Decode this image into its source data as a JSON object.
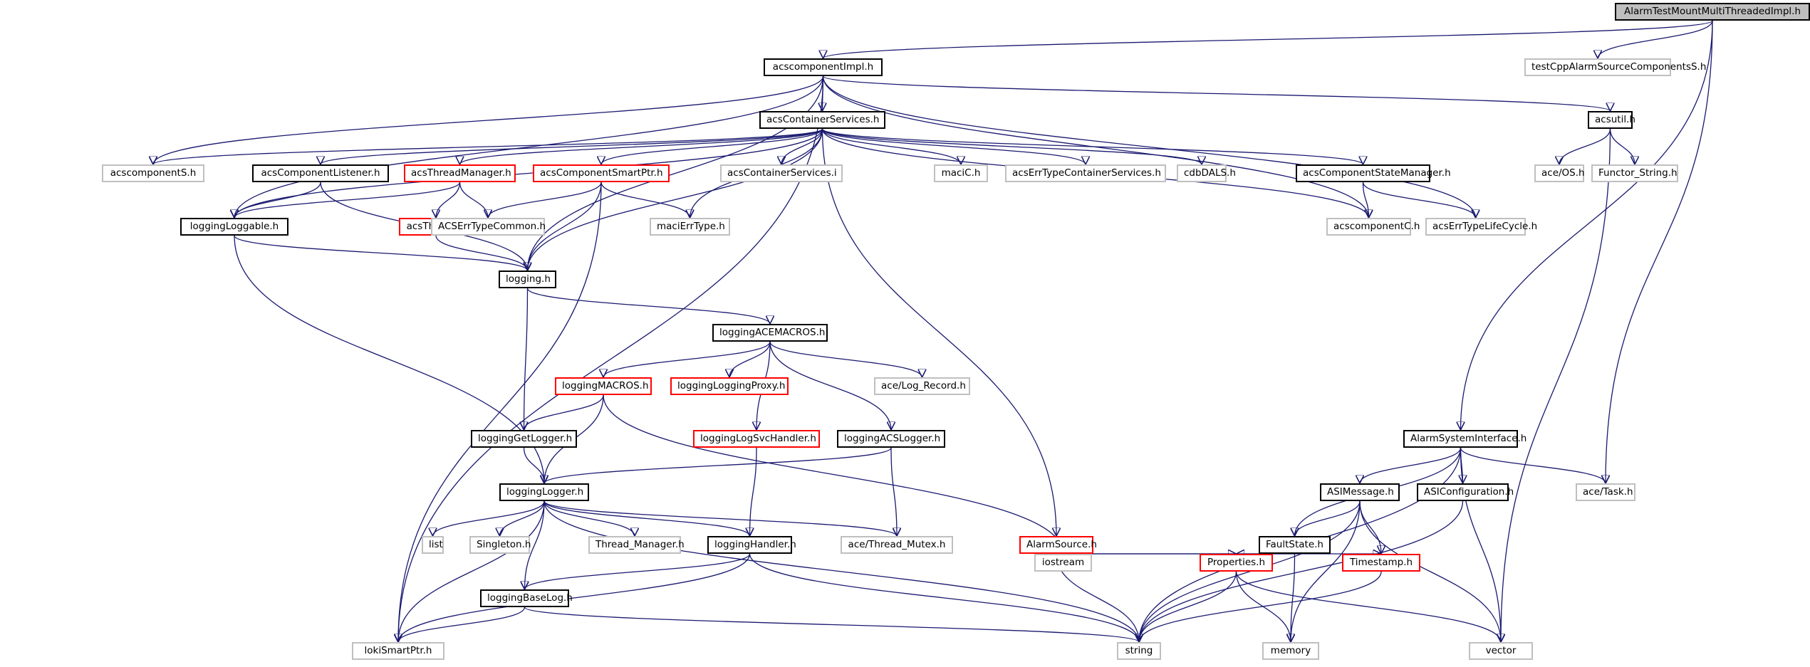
{
  "diagram": {
    "title": "AlarmTestMountMultiThreadedImpl.h include dependency graph",
    "colors": {
      "edge": "#191970",
      "root_fill": "#bfbfbf",
      "doc_border": "#000000",
      "ext_border": "#bfbfbf",
      "incomplete_border": "#ff0000"
    },
    "nodes": [
      {
        "id": "root",
        "label": "AlarmTestMountMultiThreadedImpl.h",
        "kind": "root"
      },
      {
        "id": "acscomponentImpl",
        "label": "acscomponentImpl.h",
        "kind": "doc"
      },
      {
        "id": "testCppAlarm",
        "label": "testCppAlarmSourceComponentsS.h",
        "kind": "ext"
      },
      {
        "id": "acsContainerServices",
        "label": "acsContainerServices.h",
        "kind": "doc"
      },
      {
        "id": "acsutil",
        "label": "acsutil.h",
        "kind": "doc"
      },
      {
        "id": "acscomponentS",
        "label": "acscomponentS.h",
        "kind": "ext"
      },
      {
        "id": "acsComponentListener",
        "label": "acsComponentListener.h",
        "kind": "doc"
      },
      {
        "id": "acsThreadManager",
        "label": "acsThreadManager.h",
        "kind": "red"
      },
      {
        "id": "acsComponentSmartPtr",
        "label": "acsComponentSmartPtr.h",
        "kind": "red"
      },
      {
        "id": "acsContainerServicesI",
        "label": "acsContainerServices.i",
        "kind": "ext"
      },
      {
        "id": "maciC",
        "label": "maciC.h",
        "kind": "ext"
      },
      {
        "id": "acsErrTypeContainerServices",
        "label": "acsErrTypeContainerServices.h",
        "kind": "ext"
      },
      {
        "id": "cdbDALS",
        "label": "cdbDALS.h",
        "kind": "ext"
      },
      {
        "id": "acsComponentStateManager",
        "label": "acsComponentStateManager.h",
        "kind": "doc"
      },
      {
        "id": "aceOS",
        "label": "ace/OS.h",
        "kind": "ext"
      },
      {
        "id": "functorString",
        "label": "Functor_String.h",
        "kind": "ext"
      },
      {
        "id": "loggingLoggable",
        "label": "loggingLoggable.h",
        "kind": "doc"
      },
      {
        "id": "acsThread",
        "label": "acsThread.h",
        "kind": "red"
      },
      {
        "id": "ACSErrTypeCommon",
        "label": "ACSErrTypeCommon.h",
        "kind": "ext"
      },
      {
        "id": "maciErrType",
        "label": "maciErrType.h",
        "kind": "ext"
      },
      {
        "id": "acscomponentC",
        "label": "acscomponentC.h",
        "kind": "ext"
      },
      {
        "id": "acsErrTypeLifeCycle",
        "label": "acsErrTypeLifeCycle.h",
        "kind": "ext"
      },
      {
        "id": "logging",
        "label": "logging.h",
        "kind": "doc"
      },
      {
        "id": "loggingACEMACROS",
        "label": "loggingACEMACROS.h",
        "kind": "doc"
      },
      {
        "id": "loggingMACROS",
        "label": "loggingMACROS.h",
        "kind": "red"
      },
      {
        "id": "loggingLoggingProxy",
        "label": "loggingLoggingProxy.h",
        "kind": "red"
      },
      {
        "id": "aceLogRecord",
        "label": "ace/Log_Record.h",
        "kind": "ext"
      },
      {
        "id": "loggingGetLogger",
        "label": "loggingGetLogger.h",
        "kind": "doc"
      },
      {
        "id": "loggingLogSvcHandler",
        "label": "loggingLogSvcHandler.h",
        "kind": "red"
      },
      {
        "id": "loggingACSLogger",
        "label": "loggingACSLogger.h",
        "kind": "doc"
      },
      {
        "id": "AlarmSystemInterface",
        "label": "AlarmSystemInterface.h",
        "kind": "doc"
      },
      {
        "id": "loggingLogger",
        "label": "loggingLogger.h",
        "kind": "doc"
      },
      {
        "id": "ASIMessage",
        "label": "ASIMessage.h",
        "kind": "doc"
      },
      {
        "id": "ASIConfiguration",
        "label": "ASIConfiguration.h",
        "kind": "doc"
      },
      {
        "id": "aceTask",
        "label": "ace/Task.h",
        "kind": "ext"
      },
      {
        "id": "list",
        "label": "list",
        "kind": "ext"
      },
      {
        "id": "Singleton",
        "label": "Singleton.h",
        "kind": "ext"
      },
      {
        "id": "ThreadManager",
        "label": "Thread_Manager.h",
        "kind": "ext"
      },
      {
        "id": "loggingHandler",
        "label": "loggingHandler.h",
        "kind": "doc"
      },
      {
        "id": "aceThreadMutex",
        "label": "ace/Thread_Mutex.h",
        "kind": "ext"
      },
      {
        "id": "AlarmSource",
        "label": "AlarmSource.h",
        "kind": "red"
      },
      {
        "id": "FaultState",
        "label": "FaultState.h",
        "kind": "doc"
      },
      {
        "id": "iostream",
        "label": "iostream",
        "kind": "ext"
      },
      {
        "id": "Properties",
        "label": "Properties.h",
        "kind": "red"
      },
      {
        "id": "Timestamp",
        "label": "Timestamp.h",
        "kind": "red"
      },
      {
        "id": "loggingBaseLog",
        "label": "loggingBaseLog.h",
        "kind": "doc"
      },
      {
        "id": "lokiSmartPtr",
        "label": "lokiSmartPtr.h",
        "kind": "ext"
      },
      {
        "id": "string",
        "label": "string",
        "kind": "ext"
      },
      {
        "id": "memory",
        "label": "memory",
        "kind": "ext"
      },
      {
        "id": "vector",
        "label": "vector",
        "kind": "ext"
      }
    ],
    "edges": [
      [
        "root",
        "acscomponentImpl"
      ],
      [
        "root",
        "testCppAlarm"
      ],
      [
        "root",
        "AlarmSystemInterface"
      ],
      [
        "root",
        "aceTask"
      ],
      [
        "acscomponentImpl",
        "acsContainerServices"
      ],
      [
        "acscomponentImpl",
        "acsutil"
      ],
      [
        "acscomponentImpl",
        "acscomponentS"
      ],
      [
        "acscomponentImpl",
        "loggingLoggable"
      ],
      [
        "acscomponentImpl",
        "logging"
      ],
      [
        "acscomponentImpl",
        "lokiSmartPtr"
      ],
      [
        "acscomponentImpl",
        "acscomponentC"
      ],
      [
        "acscomponentImpl",
        "acsErrTypeLifeCycle"
      ],
      [
        "acsContainerServices",
        "acscomponentS"
      ],
      [
        "acsContainerServices",
        "acsComponentListener"
      ],
      [
        "acsContainerServices",
        "acsThreadManager"
      ],
      [
        "acsContainerServices",
        "acsComponentSmartPtr"
      ],
      [
        "acsContainerServices",
        "acsContainerServicesI"
      ],
      [
        "acsContainerServices",
        "maciC"
      ],
      [
        "acsContainerServices",
        "acsErrTypeContainerServices"
      ],
      [
        "acsContainerServices",
        "cdbDALS"
      ],
      [
        "acsContainerServices",
        "acsComponentStateManager"
      ],
      [
        "acsContainerServices",
        "loggingLoggable"
      ],
      [
        "acsContainerServices",
        "maciErrType"
      ],
      [
        "acsContainerServices",
        "logging"
      ],
      [
        "acsContainerServices",
        "acscomponentC"
      ],
      [
        "acsContainerServices",
        "AlarmSource"
      ],
      [
        "acsutil",
        "aceOS"
      ],
      [
        "acsutil",
        "functorString"
      ],
      [
        "acsutil",
        "vector"
      ],
      [
        "acsComponentListener",
        "loggingLoggable"
      ],
      [
        "acsComponentListener",
        "logging"
      ],
      [
        "acsThreadManager",
        "loggingLoggable"
      ],
      [
        "acsThreadManager",
        "acsThread"
      ],
      [
        "acsThreadManager",
        "ACSErrTypeCommon"
      ],
      [
        "acsComponentSmartPtr",
        "ACSErrTypeCommon"
      ],
      [
        "acsComponentSmartPtr",
        "maciErrType"
      ],
      [
        "acsComponentSmartPtr",
        "logging"
      ],
      [
        "acsComponentSmartPtr",
        "lokiSmartPtr"
      ],
      [
        "acsComponentStateManager",
        "acscomponentC"
      ],
      [
        "acsComponentStateManager",
        "acsErrTypeLifeCycle"
      ],
      [
        "loggingLoggable",
        "logging"
      ],
      [
        "loggingLoggable",
        "loggingLogger"
      ],
      [
        "acsThread",
        "logging"
      ],
      [
        "logging",
        "loggingACEMACROS"
      ],
      [
        "logging",
        "loggingGetLogger"
      ],
      [
        "loggingACEMACROS",
        "loggingMACROS"
      ],
      [
        "loggingACEMACROS",
        "loggingLoggingProxy"
      ],
      [
        "loggingACEMACROS",
        "aceLogRecord"
      ],
      [
        "loggingACEMACROS",
        "loggingLogSvcHandler"
      ],
      [
        "loggingACEMACROS",
        "loggingACSLogger"
      ],
      [
        "loggingMACROS",
        "loggingGetLogger"
      ],
      [
        "loggingMACROS",
        "loggingLogger"
      ],
      [
        "loggingMACROS",
        "iostream"
      ],
      [
        "loggingGetLogger",
        "loggingLogger"
      ],
      [
        "loggingLogSvcHandler",
        "loggingHandler"
      ],
      [
        "loggingACSLogger",
        "loggingLogger"
      ],
      [
        "loggingACSLogger",
        "aceThreadMutex"
      ],
      [
        "loggingLogger",
        "list"
      ],
      [
        "loggingLogger",
        "Singleton"
      ],
      [
        "loggingLogger",
        "ThreadManager"
      ],
      [
        "loggingLogger",
        "loggingHandler"
      ],
      [
        "loggingLogger",
        "aceThreadMutex"
      ],
      [
        "loggingLogger",
        "loggingBaseLog"
      ],
      [
        "loggingLogger",
        "lokiSmartPtr"
      ],
      [
        "loggingLogger",
        "string"
      ],
      [
        "loggingHandler",
        "loggingBaseLog"
      ],
      [
        "loggingHandler",
        "lokiSmartPtr"
      ],
      [
        "loggingHandler",
        "string"
      ],
      [
        "loggingBaseLog",
        "lokiSmartPtr"
      ],
      [
        "loggingBaseLog",
        "string"
      ],
      [
        "AlarmSystemInterface",
        "ASIMessage"
      ],
      [
        "AlarmSystemInterface",
        "ASIConfiguration"
      ],
      [
        "AlarmSystemInterface",
        "aceTask"
      ],
      [
        "AlarmSystemInterface",
        "FaultState"
      ],
      [
        "AlarmSystemInterface",
        "string"
      ],
      [
        "AlarmSystemInterface",
        "vector"
      ],
      [
        "ASIMessage",
        "FaultState"
      ],
      [
        "ASIMessage",
        "Timestamp"
      ],
      [
        "ASIMessage",
        "string"
      ],
      [
        "ASIMessage",
        "memory"
      ],
      [
        "ASIMessage",
        "vector"
      ],
      [
        "ASIConfiguration",
        "string"
      ],
      [
        "AlarmSource",
        "Properties"
      ],
      [
        "AlarmSource",
        "string"
      ],
      [
        "FaultState",
        "iostream"
      ],
      [
        "FaultState",
        "Properties"
      ],
      [
        "FaultState",
        "Timestamp"
      ],
      [
        "FaultState",
        "memory"
      ],
      [
        "Properties",
        "string"
      ],
      [
        "Properties",
        "memory"
      ],
      [
        "Properties",
        "vector"
      ],
      [
        "Timestamp",
        "string"
      ]
    ]
  }
}
